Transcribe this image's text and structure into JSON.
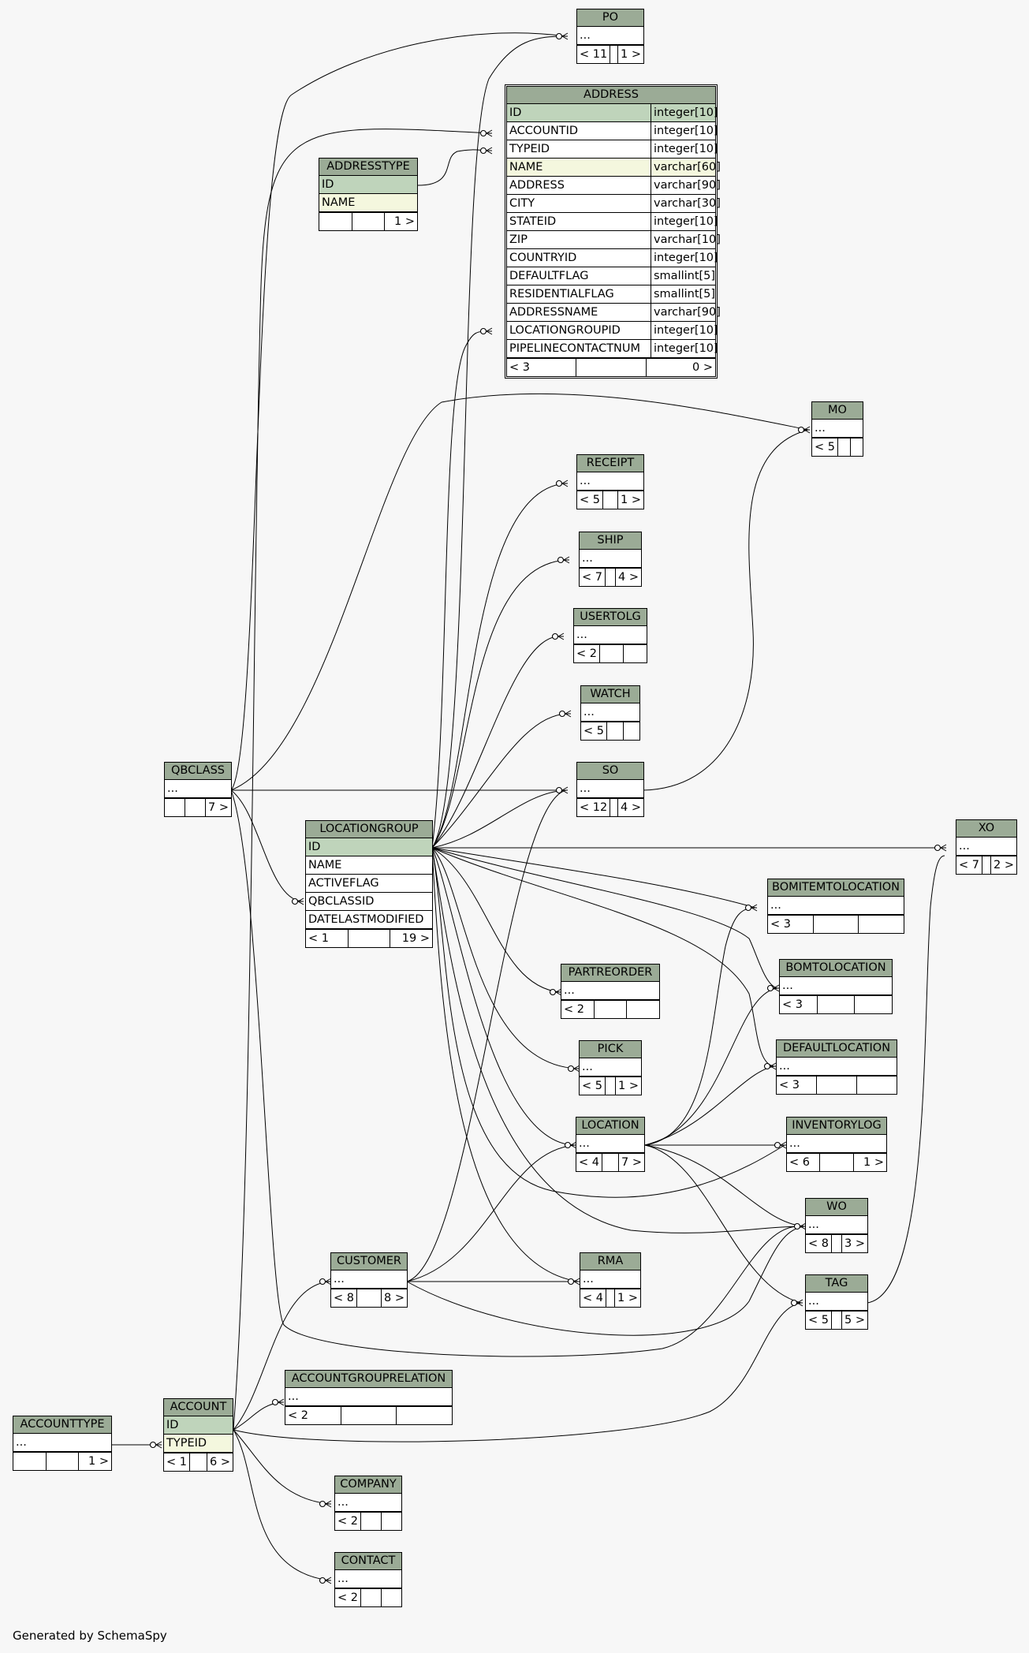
{
  "footer": "Generated by SchemaSpy",
  "colors": {
    "header": "#9bab96",
    "primary_key": "#bfd4bb",
    "indexed": "#f4f7de",
    "background": "#f7f7f7"
  },
  "tables": {
    "po": {
      "name": "PO",
      "rows": [
        {
          "text": "..."
        }
      ],
      "foot": [
        "< 11",
        "",
        "1 >"
      ]
    },
    "address": {
      "name": "ADDRESS",
      "rows": [
        {
          "text": "ID",
          "type": "integer[10]",
          "kind": "pk"
        },
        {
          "text": "ACCOUNTID",
          "type": "integer[10]"
        },
        {
          "text": "TYPEID",
          "type": "integer[10]"
        },
        {
          "text": "NAME",
          "type": "varchar[60]",
          "kind": "idx"
        },
        {
          "text": "ADDRESS",
          "type": "varchar[90]"
        },
        {
          "text": "CITY",
          "type": "varchar[30]"
        },
        {
          "text": "STATEID",
          "type": "integer[10]"
        },
        {
          "text": "ZIP",
          "type": "varchar[10]"
        },
        {
          "text": "COUNTRYID",
          "type": "integer[10]"
        },
        {
          "text": "DEFAULTFLAG",
          "type": "smallint[5]"
        },
        {
          "text": "RESIDENTIALFLAG",
          "type": "smallint[5]"
        },
        {
          "text": "ADDRESSNAME",
          "type": "varchar[90]"
        },
        {
          "text": "LOCATIONGROUPID",
          "type": "integer[10]"
        },
        {
          "text": "PIPELINECONTACTNUM",
          "type": "integer[10]"
        }
      ],
      "foot": [
        "< 3",
        "",
        "0 >"
      ]
    },
    "addresstype": {
      "name": "ADDRESSTYPE",
      "rows": [
        {
          "text": "ID",
          "kind": "pk"
        },
        {
          "text": "NAME",
          "kind": "idx"
        }
      ],
      "foot": [
        "",
        "",
        "1 >"
      ]
    },
    "mo": {
      "name": "MO",
      "rows": [
        {
          "text": "..."
        }
      ],
      "foot": [
        "< 5",
        "",
        ""
      ]
    },
    "receipt": {
      "name": "RECEIPT",
      "rows": [
        {
          "text": "..."
        }
      ],
      "foot": [
        "< 5",
        "",
        "1 >"
      ]
    },
    "ship": {
      "name": "SHIP",
      "rows": [
        {
          "text": "..."
        }
      ],
      "foot": [
        "< 7",
        "",
        "4 >"
      ]
    },
    "usertolg": {
      "name": "USERTOLG",
      "rows": [
        {
          "text": "..."
        }
      ],
      "foot": [
        "< 2",
        "",
        ""
      ]
    },
    "watch": {
      "name": "WATCH",
      "rows": [
        {
          "text": "..."
        }
      ],
      "foot": [
        "< 5",
        "",
        ""
      ]
    },
    "qbclass": {
      "name": "QBCLASS",
      "rows": [
        {
          "text": "..."
        }
      ],
      "foot": [
        "",
        "",
        "7 >"
      ]
    },
    "so": {
      "name": "SO",
      "rows": [
        {
          "text": "..."
        }
      ],
      "foot": [
        "< 12",
        "",
        "4 >"
      ]
    },
    "locationgroup": {
      "name": "LOCATIONGROUP",
      "rows": [
        {
          "text": "ID",
          "kind": "pk"
        },
        {
          "text": "NAME"
        },
        {
          "text": "ACTIVEFLAG"
        },
        {
          "text": "QBCLASSID"
        },
        {
          "text": "DATELASTMODIFIED"
        }
      ],
      "foot": [
        "< 1",
        "",
        "19 >"
      ]
    },
    "xo": {
      "name": "XO",
      "rows": [
        {
          "text": "..."
        }
      ],
      "foot": [
        "< 7",
        "",
        "2 >"
      ]
    },
    "bomitemtolocation": {
      "name": "BOMITEMTOLOCATION",
      "rows": [
        {
          "text": "..."
        }
      ],
      "foot": [
        "< 3",
        "",
        ""
      ]
    },
    "bomtolocation": {
      "name": "BOMTOLOCATION",
      "rows": [
        {
          "text": "..."
        }
      ],
      "foot": [
        "< 3",
        "",
        ""
      ]
    },
    "partreorder": {
      "name": "PARTREORDER",
      "rows": [
        {
          "text": "..."
        }
      ],
      "foot": [
        "< 2",
        "",
        ""
      ]
    },
    "defaultlocation": {
      "name": "DEFAULTLOCATION",
      "rows": [
        {
          "text": "..."
        }
      ],
      "foot": [
        "< 3",
        "",
        ""
      ]
    },
    "pick": {
      "name": "PICK",
      "rows": [
        {
          "text": "..."
        }
      ],
      "foot": [
        "< 5",
        "",
        "1 >"
      ]
    },
    "location": {
      "name": "LOCATION",
      "rows": [
        {
          "text": "..."
        }
      ],
      "foot": [
        "< 4",
        "",
        "7 >"
      ]
    },
    "inventorylog": {
      "name": "INVENTORYLOG",
      "rows": [
        {
          "text": "..."
        }
      ],
      "foot": [
        "< 6",
        "",
        "1 >"
      ]
    },
    "wo": {
      "name": "WO",
      "rows": [
        {
          "text": "..."
        }
      ],
      "foot": [
        "< 8",
        "",
        "3 >"
      ]
    },
    "customer": {
      "name": "CUSTOMER",
      "rows": [
        {
          "text": "..."
        }
      ],
      "foot": [
        "< 8",
        "",
        "8 >"
      ]
    },
    "rma": {
      "name": "RMA",
      "rows": [
        {
          "text": "..."
        }
      ],
      "foot": [
        "< 4",
        "",
        "1 >"
      ]
    },
    "tag": {
      "name": "TAG",
      "rows": [
        {
          "text": "..."
        }
      ],
      "foot": [
        "< 5",
        "",
        "5 >"
      ]
    },
    "accountgrouprelation": {
      "name": "ACCOUNTGROUPRELATION",
      "rows": [
        {
          "text": "..."
        }
      ],
      "foot": [
        "< 2",
        "",
        ""
      ]
    },
    "accounttype": {
      "name": "ACCOUNTTYPE",
      "rows": [
        {
          "text": "..."
        }
      ],
      "foot": [
        "",
        "",
        "1 >"
      ]
    },
    "account": {
      "name": "ACCOUNT",
      "rows": [
        {
          "text": "ID",
          "kind": "pk"
        },
        {
          "text": "TYPEID",
          "kind": "idx"
        }
      ],
      "foot": [
        "< 1",
        "",
        "6 >"
      ]
    },
    "company": {
      "name": "COMPANY",
      "rows": [
        {
          "text": "..."
        }
      ],
      "foot": [
        "< 2",
        "",
        ""
      ]
    },
    "contact": {
      "name": "CONTACT",
      "rows": [
        {
          "text": "..."
        }
      ],
      "foot": [
        "< 2",
        "",
        ""
      ]
    }
  }
}
